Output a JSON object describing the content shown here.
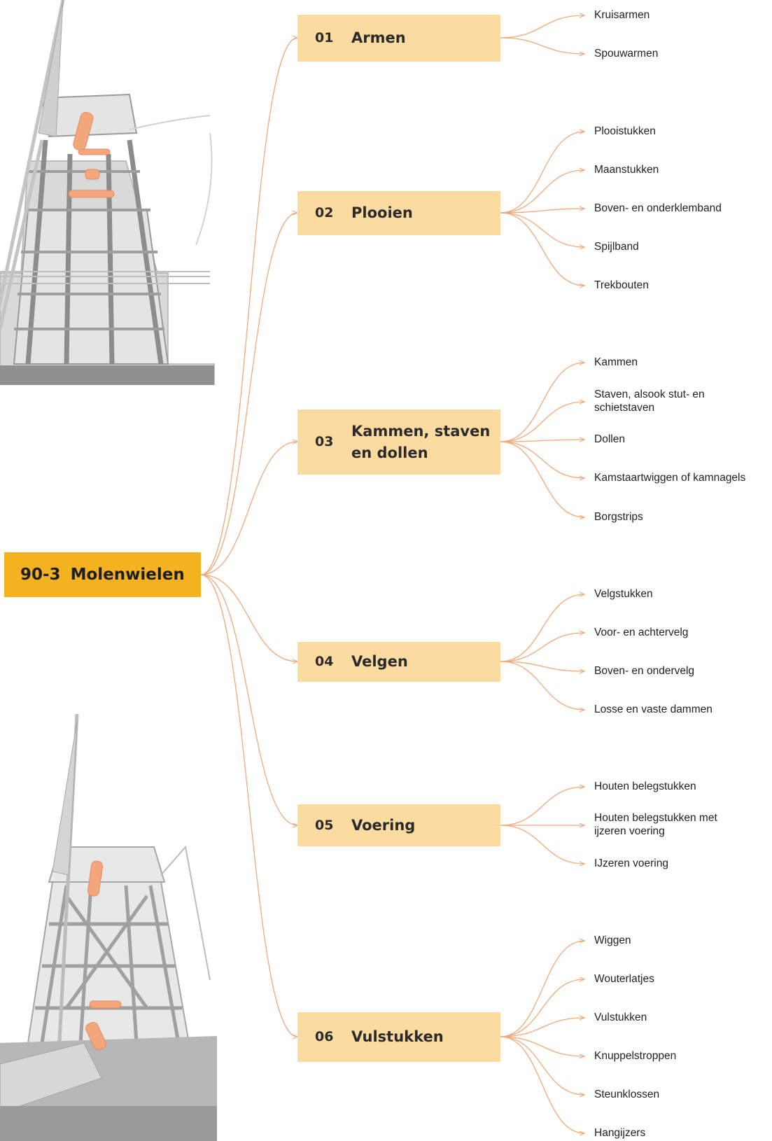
{
  "root": {
    "code": "90-3",
    "title": "Molenwielen"
  },
  "categories": [
    {
      "num": "01",
      "label": "Armen",
      "items": [
        "Kruisarmen",
        "Spouwarmen"
      ]
    },
    {
      "num": "02",
      "label": "Plooien",
      "items": [
        "Plooistukken",
        "Maanstukken",
        "Boven- en onderklemband",
        "Spijlband",
        "Trekbouten"
      ]
    },
    {
      "num": "03",
      "label": "Kammen, staven en dollen",
      "items": [
        "Kammen",
        "Staven, alsook stut- en schietstaven",
        "Dollen",
        "Kamstaartwiggen of kamnagels",
        "Borgstrips"
      ]
    },
    {
      "num": "04",
      "label": "Velgen",
      "items": [
        "Velgstukken",
        "Voor- en achtervelg",
        "Boven- en ondervelg",
        "Losse en vaste dammen"
      ]
    },
    {
      "num": "05",
      "label": "Voering",
      "items": [
        "Houten belegstukken",
        "Houten belegstukken met ijzeren voering",
        "IJzeren voering"
      ]
    },
    {
      "num": "06",
      "label": "Vulstukken",
      "items": [
        "Wiggen",
        "Wouterlatjes",
        "Vulstukken",
        "Knuppelstroppen",
        "Steunklossen",
        "Hangijzers"
      ]
    }
  ],
  "colors": {
    "root_fill": "#f5b220",
    "category_fill": "#fcdba1",
    "connector": "#f2a97a",
    "illustration": "#c9c9c9"
  }
}
